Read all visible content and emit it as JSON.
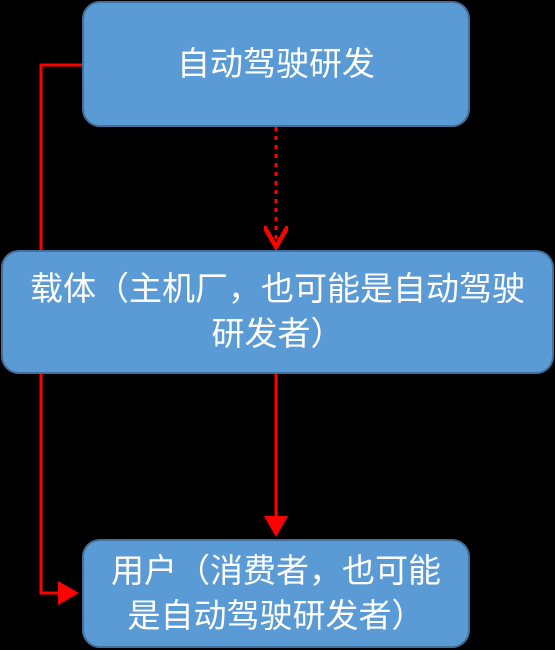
{
  "diagram": {
    "nodes": {
      "top": "自动驾驶研发",
      "middle": "载体（主机厂，也可能是自动驾驶研发者）",
      "bottom": "用户（消费者，也可能是自动驾驶研发者）"
    },
    "colors": {
      "node_fill": "#5b9bd5",
      "node_border": "#41719c",
      "arrow": "#ff0000",
      "background": "#000000"
    }
  }
}
